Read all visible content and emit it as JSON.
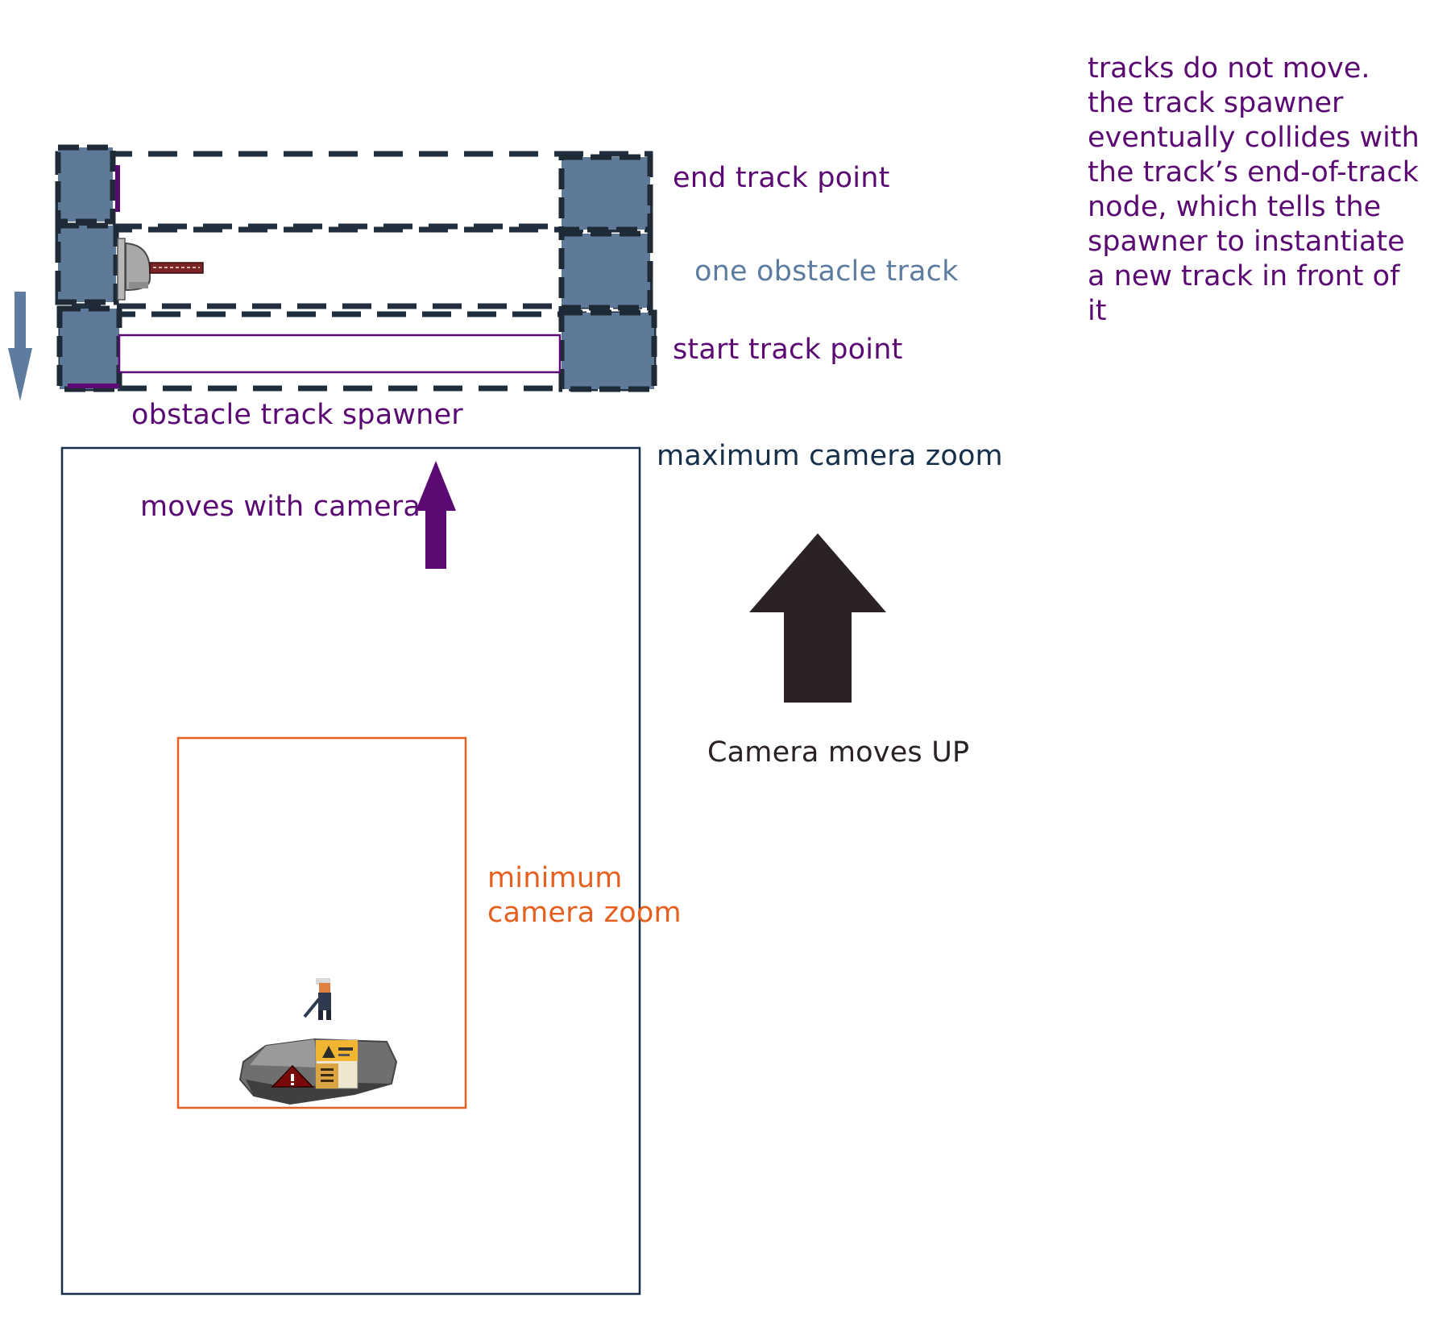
{
  "labels": {
    "end_track_point": "end track point",
    "one_obstacle_track": "one obstacle track",
    "start_track_point": "start track point",
    "obstacle_track_spawner": "obstacle track spawner",
    "maximum_camera_zoom": "maximum camera zoom",
    "moves_with_camera": "moves with camera",
    "camera_moves_up": "Camera moves UP",
    "minimum_camera_zoom": [
      "minimum",
      "camera zoom"
    ]
  },
  "note": [
    "tracks do not move.",
    "the track spawner",
    "eventually collides with",
    "the track’s end-of-track",
    "node, which tells the",
    "spawner to instantiate",
    "a new track in front of",
    "it"
  ],
  "icons": {
    "down_arrow": "down-arrow-icon",
    "purple_up_arrow": "up-arrow-icon",
    "large_up_arrow": "up-arrow-icon",
    "obstacle_sprite": "chainsaw-obstacle-icon",
    "player_sprite": "player-character-icon",
    "rock_sprite": "rock-platform-icon"
  },
  "colors": {
    "purple": "#5c0a73",
    "steel_blue": "#5e7ba0",
    "navy": "#162f4b",
    "orange": "#e5601f",
    "dark_arrow": "#2a2223",
    "block_fill": "#5f7a98",
    "dash": "#222f3e"
  }
}
